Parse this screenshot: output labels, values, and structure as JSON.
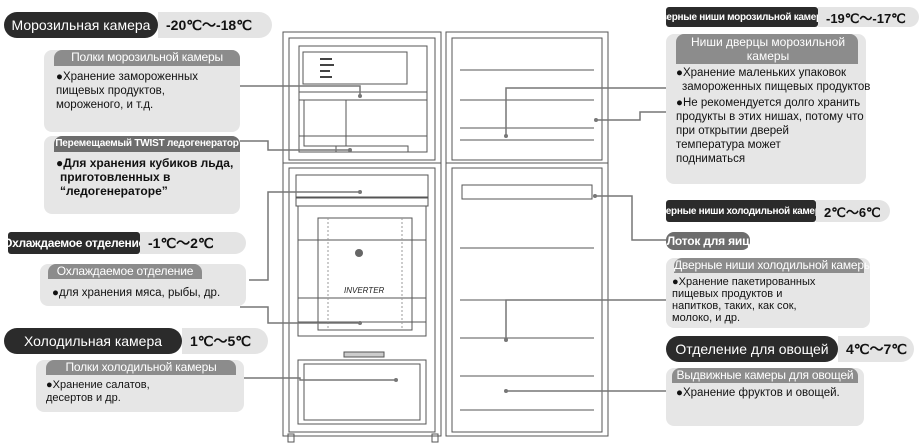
{
  "freezer": {
    "title": "Морозильная камера",
    "temp": "-20℃～-18℃",
    "shelves": {
      "title": "Полки морозильной камеры",
      "lines": [
        "●Хранение замороженных",
        "пищевых продуктов,",
        "мороженого, и т.д."
      ]
    },
    "ice": {
      "title": "Перемещаемый TWIST ледогенератор",
      "lines": [
        "●Для хранения кубиков льда,",
        "приготовленных в",
        "“ледогенераторе”"
      ]
    }
  },
  "chilled": {
    "title": "Охлаждаемое отделение",
    "temp": "-1℃～2℃",
    "box": {
      "title": "Охлаждаемое отделение",
      "lines": [
        "●для хранения мяса, рыбы, др."
      ]
    }
  },
  "fridge": {
    "title": "Холодильная камера",
    "temp": "1℃～5℃",
    "shelves": {
      "title": "Полки холодильной камеры",
      "lines": [
        "●Хранение салатов,",
        "десертов и др."
      ]
    }
  },
  "freezer_door": {
    "title": "Дверные ниши морозильной камеры",
    "temp": "-19℃～-17℃",
    "box": {
      "title": "Ниши дверцы морозильной камеры",
      "lines": [
        "●Хранение маленьких упаковок",
        "замороженных пищевых продуктов",
        "●Не рекомендуется долго хранить",
        "продукты в этих нишах, потому что",
        "при открытии дверей",
        "температура может",
        "подниматься"
      ]
    }
  },
  "fridge_door": {
    "title": "Дверные ниши холодильной камеры",
    "temp": "2℃～6℃",
    "egg_tray": "Лоток для яиц",
    "box": {
      "title": "Дверные ниши холодильной камеры",
      "lines": [
        "●Хранение пакетированных",
        "пищевых продуктов и",
        "напитков, таких, как сок,",
        "молоко, и др."
      ]
    }
  },
  "vegetables": {
    "title": "Отделение для овощей",
    "temp": "4℃～7℃",
    "box": {
      "title": "Выдвижные камеры для овощей",
      "lines": [
        "●Хранение фруктов и овощей."
      ]
    }
  },
  "fridge_brand": "INVERTER"
}
